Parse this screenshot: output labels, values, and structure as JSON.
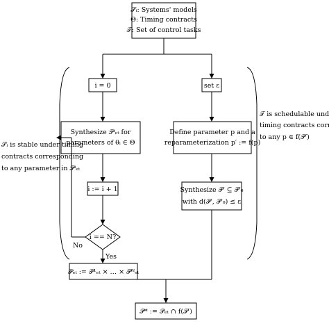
{
  "diagram": {
    "inputs": {
      "line1": "𝒮ᵢ: Systems' models",
      "line2": "Θ: Timing contracts",
      "line3": "𝒯: Set of control tasks"
    },
    "left_branch": {
      "init": "i = 0",
      "synthesize_line1": "Synthesize 𝒫ⁱₑₜ for",
      "synthesize_line2": "parameters of θᵢ ∈ Θ",
      "increment": "i := i + 1",
      "decision": "i == N?",
      "no_label": "No",
      "yes_label": "Yes",
      "product": "𝒫ₑₜ := 𝒫¹ₑₜ × … × 𝒫ᴺₑₜ"
    },
    "right_branch": {
      "set_eps": "set ε",
      "define_line1": "Define parameter p and a",
      "define_line2": "reparameterization p′ := f(p)",
      "synth_line1": "Synthesize 𝒫′ ⊆ 𝒫′₀",
      "synth_line2": "with d(𝒫′, 𝒫′₀) ≤ ε"
    },
    "output": "𝒫* := 𝒫ₑₜ ∩ f(𝒫′)",
    "left_note": {
      "line1": "𝒮ᵢ is stable under timing",
      "line2": "contracts corresponding",
      "line3": "to any parameter in 𝒫ⁱₑₜ"
    },
    "right_note": {
      "line1": "𝒯 is schedulable under",
      "line2": "timing contracts correspond",
      "line3": "to any p ∈ f(𝒫′)"
    }
  }
}
